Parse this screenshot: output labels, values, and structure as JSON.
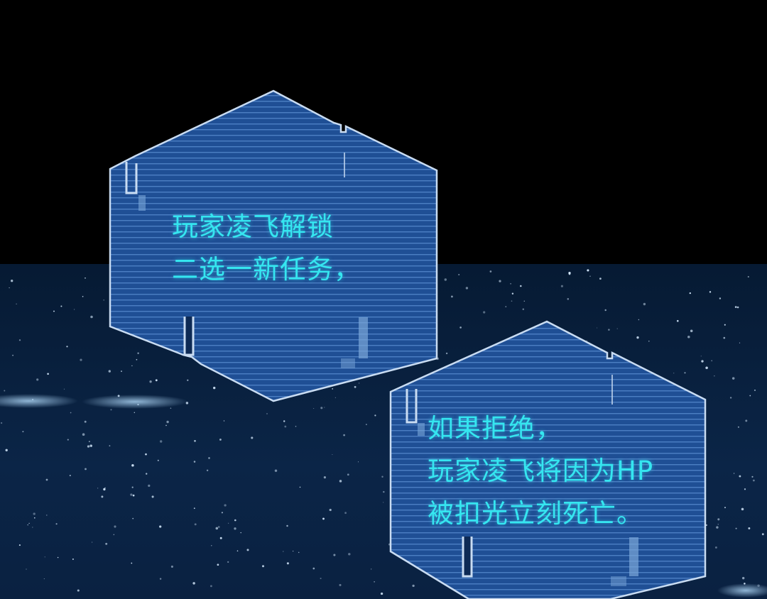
{
  "panel_1": {
    "lines": [
      "玩家凌飞解锁",
      "二选一新任务，"
    ]
  },
  "panel_2": {
    "lines": [
      "如果拒绝，",
      "玩家凌飞将因为HP",
      "被扣光立刻死亡。"
    ]
  },
  "colors": {
    "text": "#35e6f0",
    "panel_fill": "#1e4f96",
    "panel_stroke": "#c9dcf2",
    "space": "#0b2547",
    "sky": "#000000"
  },
  "icons": {
    "hexagon": "hex-panel-icon",
    "stars": "starfield",
    "clouds": "cloud-wisps"
  }
}
